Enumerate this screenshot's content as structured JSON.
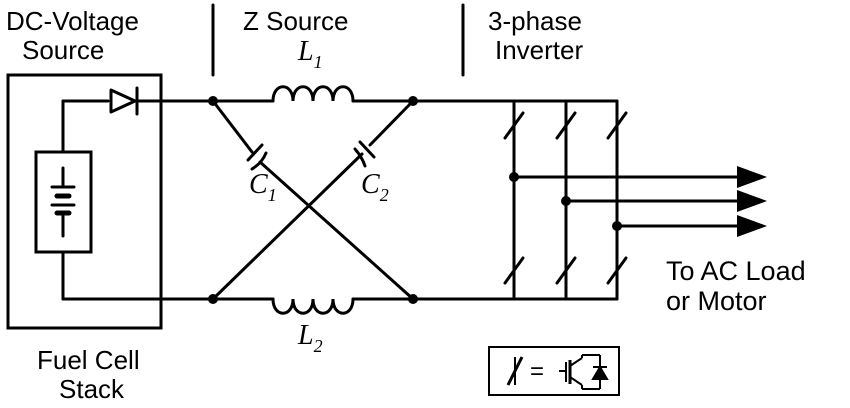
{
  "sections": {
    "dc_source_line1": "DC-Voltage",
    "dc_source_line2": "Source",
    "z_source": "Z Source",
    "inverter_line1": "3-phase",
    "inverter_line2": "Inverter"
  },
  "components": {
    "L1_letter": "L",
    "L1_sub": "1",
    "L2_letter": "L",
    "L2_sub": "2",
    "C1_letter": "C",
    "C1_sub": "1",
    "C2_letter": "C",
    "C2_sub": "2"
  },
  "output": {
    "line1": "To AC Load",
    "line2": "or Motor"
  },
  "fuel_cell": {
    "line1": "Fuel Cell",
    "line2": "Stack"
  },
  "legend": {
    "equals": "="
  }
}
